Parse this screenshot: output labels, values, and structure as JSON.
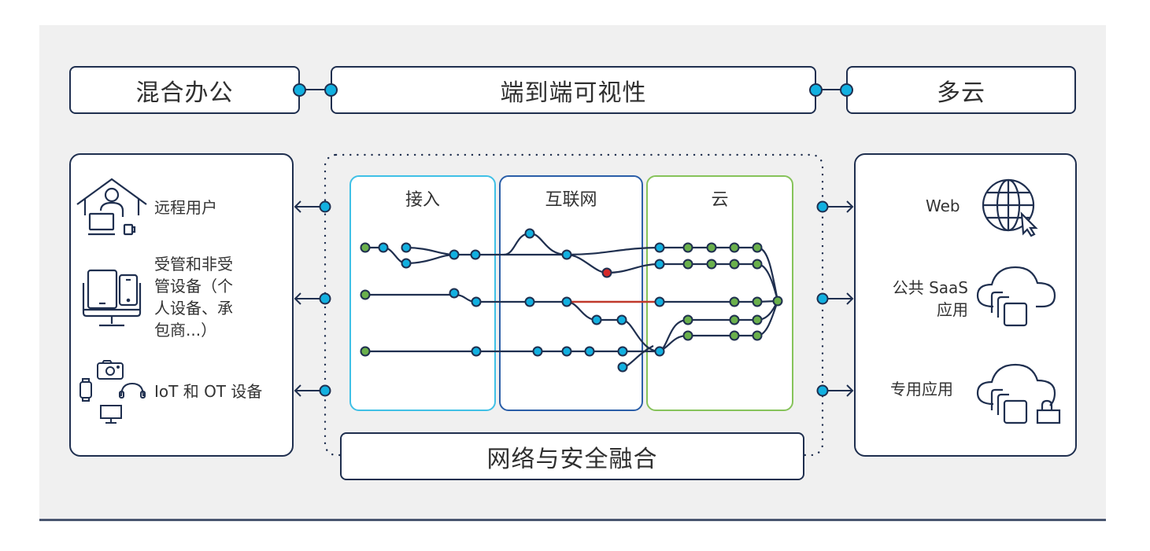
{
  "top_bar": {
    "hybrid_work": "混合办公",
    "visibility": "端到端可视性",
    "multicloud": "多云"
  },
  "left_panel": {
    "items": [
      {
        "label": "远程用户",
        "icon": "remote-user-house-icon"
      },
      {
        "label_lines": [
          "受管和非受",
          "管设备（个",
          "人设备、承",
          "包商...）"
        ],
        "icon": "devices-icon"
      },
      {
        "label": "IoT 和 OT 设备",
        "icon": "iot-devices-icon"
      }
    ]
  },
  "center": {
    "zones": [
      {
        "label": "接入",
        "color": "#3fc0e6"
      },
      {
        "label": "互联网",
        "color": "#2a5ea8"
      },
      {
        "label": "云",
        "color": "#86c35a"
      }
    ],
    "bottom_label": "网络与安全融合",
    "colors": {
      "node_blue": "#12b0e0",
      "node_green": "#6ab04c",
      "node_red": "#d42a2a",
      "line": "#1f2f4f",
      "red_link": "#c0392b"
    }
  },
  "right_panel": {
    "items": [
      {
        "label": "Web",
        "icon": "globe-cursor-icon"
      },
      {
        "label_lines": [
          "公共 SaaS",
          "应用"
        ],
        "icon": "cloud-apps-icon"
      },
      {
        "label": "专用应用",
        "icon": "cloud-apps-lock-icon"
      }
    ]
  }
}
